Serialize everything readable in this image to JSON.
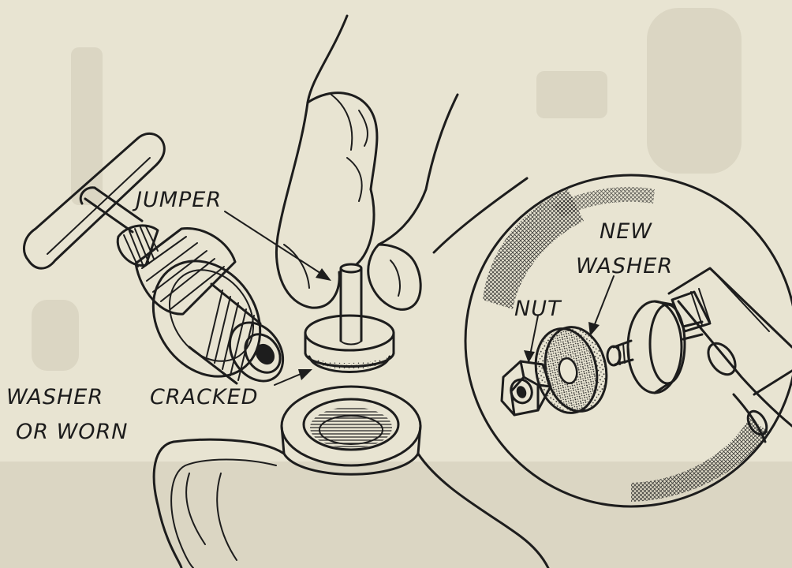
{
  "labels": {
    "jumper": "JUMPER",
    "washer_line1": "WASHER",
    "washer_line2": "CRACKED",
    "washer_line3": "OR WORN",
    "new_line1": "NEW",
    "new_line2": "WASHER",
    "nut": "NUT"
  },
  "colors": {
    "paper": "#e8e4d2",
    "ink": "#1d1d1d"
  }
}
